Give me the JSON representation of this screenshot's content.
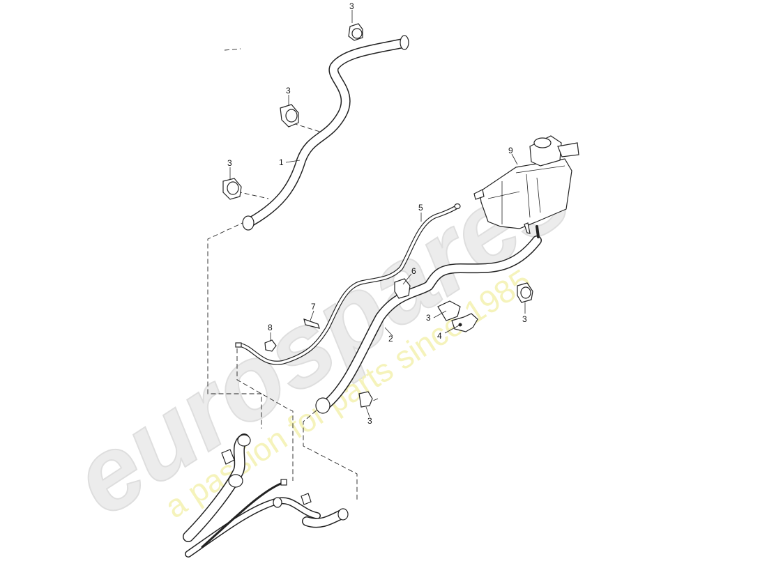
{
  "watermark": {
    "logo_text": "eurospares",
    "tagline": "a passion for parts since 1985"
  },
  "callouts": {
    "c1": "1",
    "c2": "2",
    "c3a": "3",
    "c3b": "3",
    "c3c": "3",
    "c3d": "3",
    "c3e": "3",
    "c3f": "3",
    "c4": "4",
    "c5": "5",
    "c6": "6",
    "c7": "7",
    "c8": "8",
    "c9": "9"
  },
  "colors": {
    "line": "#222222",
    "watermark_logo": "#ececec",
    "watermark_tagline": "#f4f2b4"
  }
}
